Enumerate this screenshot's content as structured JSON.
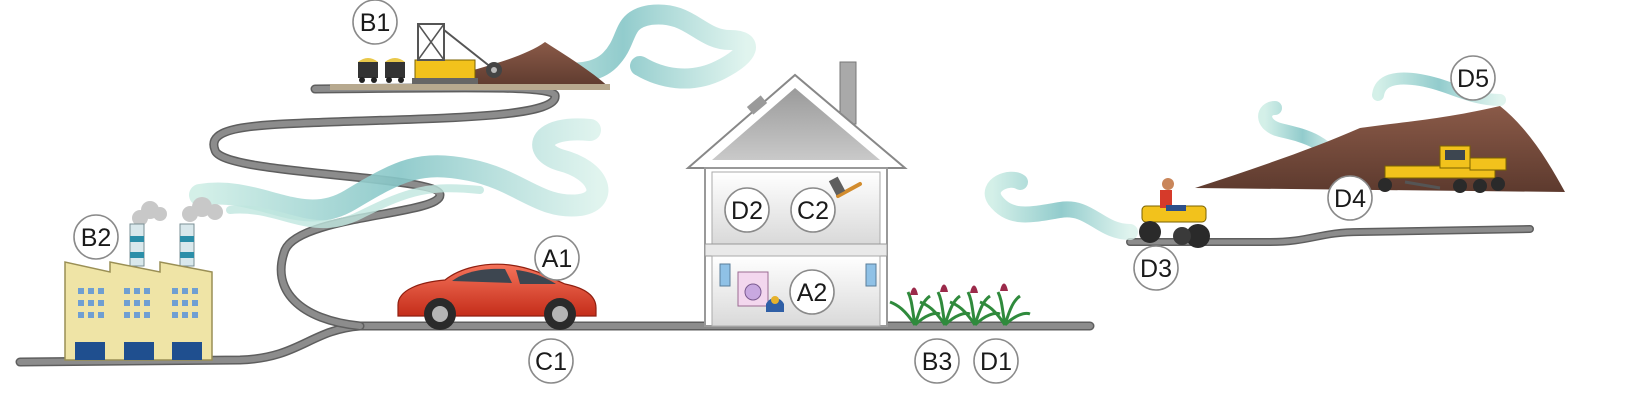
{
  "labels": {
    "a1": "A1",
    "a2": "A2",
    "b1": "B1",
    "b2": "B2",
    "b3": "B3",
    "c1": "C1",
    "c2": "C2",
    "d1": "D1",
    "d2": "D2",
    "d3": "D3",
    "d4": "D4",
    "d5": "D5"
  },
  "colors": {
    "road": "#8c8c8c",
    "plume": "#9fd3cf",
    "car": "#e4402a",
    "factory": "#efe4a6",
    "mound": "#7a5040",
    "machinery": "#f2c21c"
  }
}
